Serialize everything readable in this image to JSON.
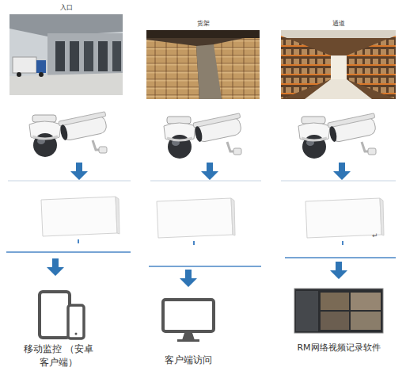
{
  "diagram": {
    "nodes": [
      {
        "text": [
          "入口"
        ]
      },
      {
        "text": [
          "货架"
        ]
      },
      {
        "text": [
          "通道"
        ]
      },
      {
        "text": [
          "移动监控 （安卓客户端）"
        ]
      },
      {
        "text": [
          "客户端访问"
        ]
      },
      {
        "text": [
          "RM网络视频记录软件"
        ]
      }
    ],
    "labels": [
      "↵"
    ]
  }
}
